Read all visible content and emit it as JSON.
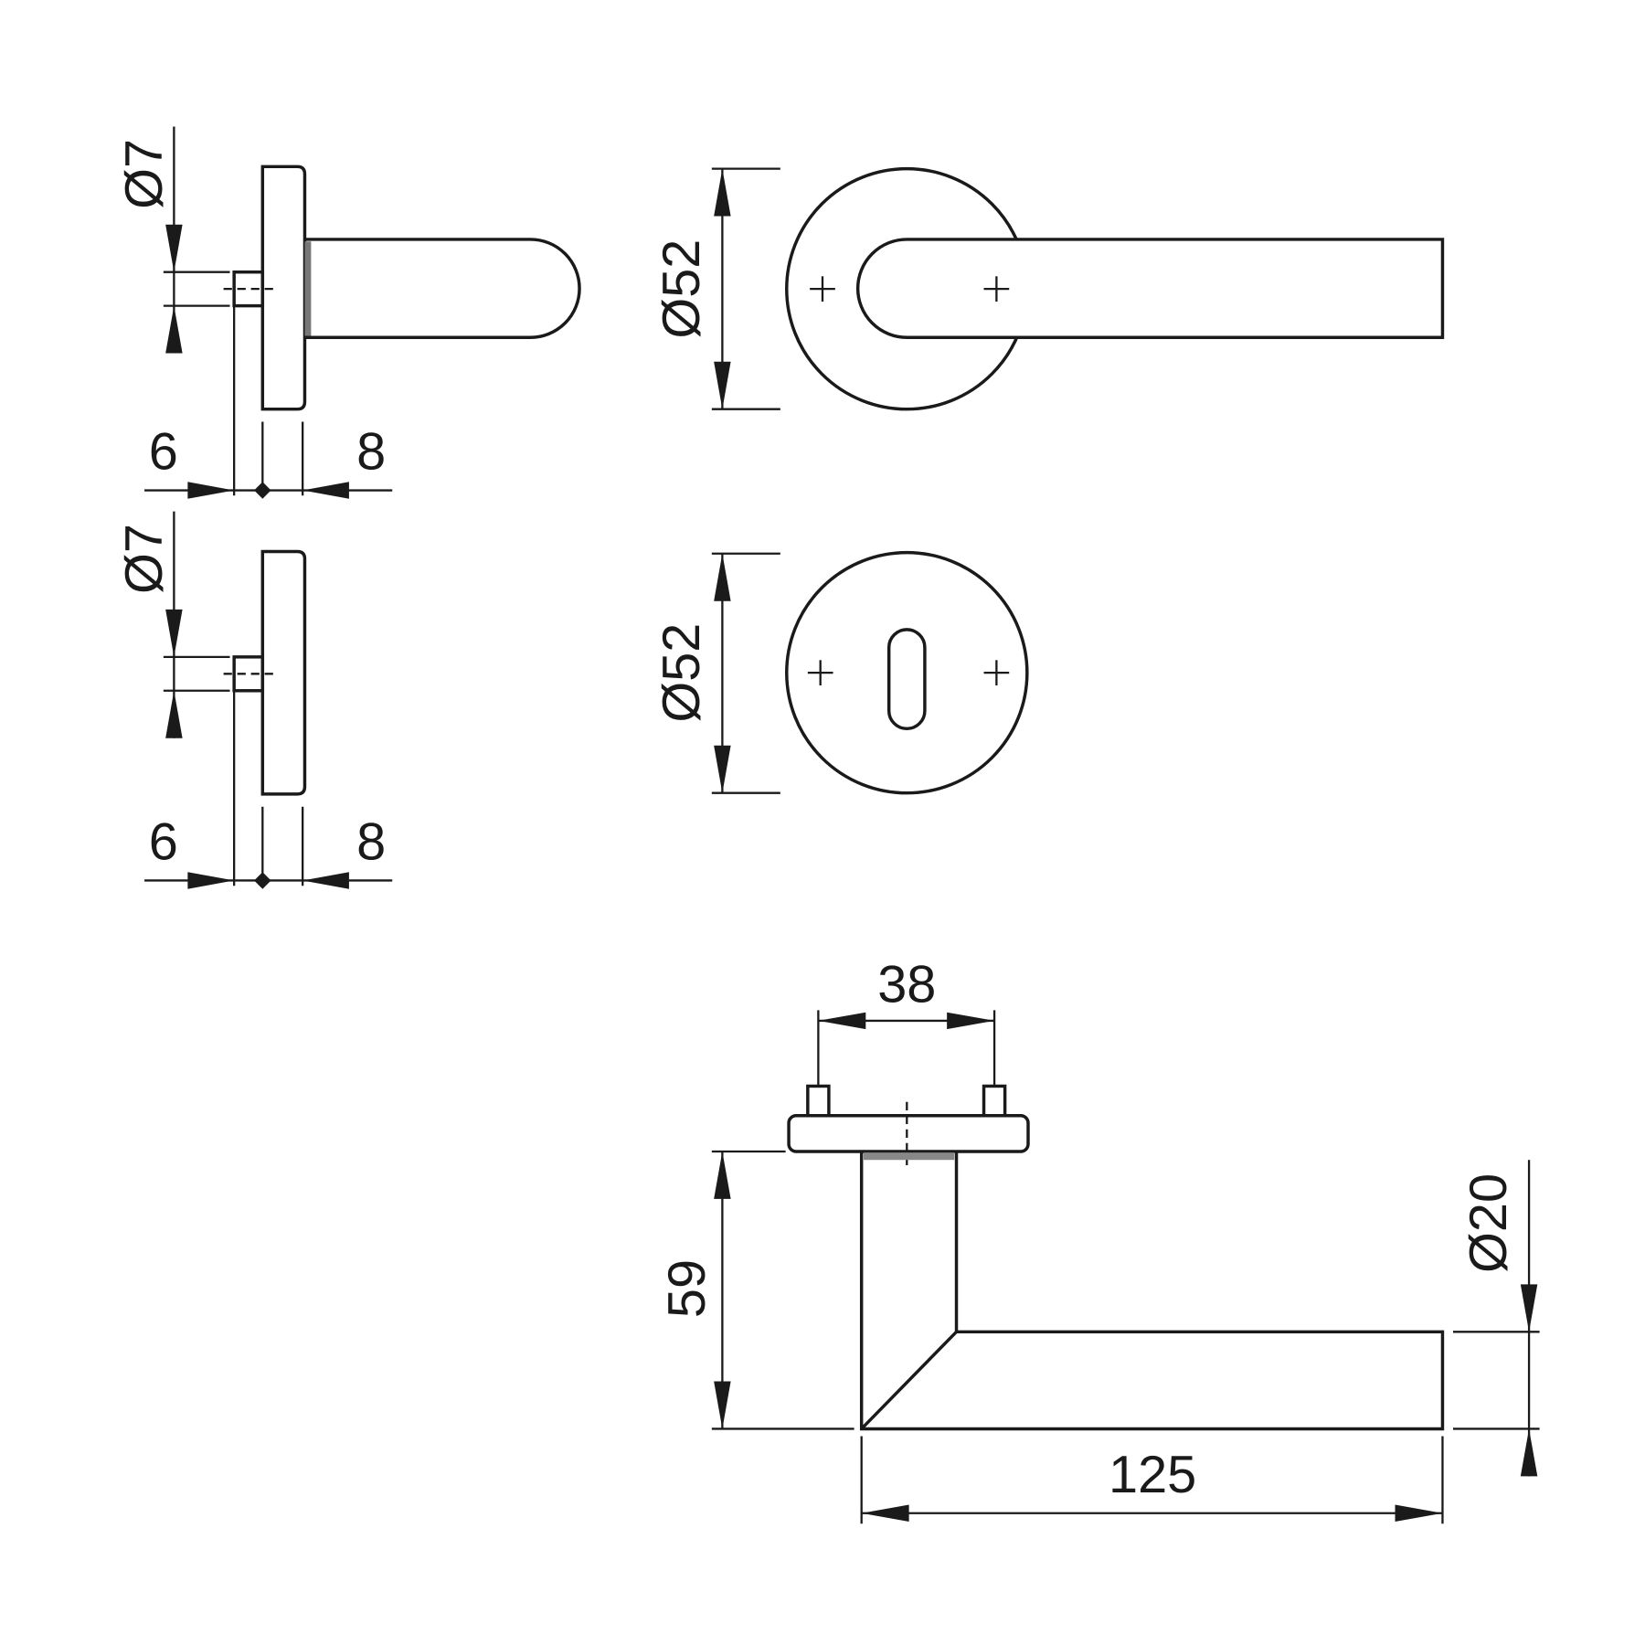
{
  "drawing": {
    "side_view_lever": {
      "spindle_dia": "Ø7",
      "left_dim": "6",
      "right_dim": "8"
    },
    "side_view_escutcheon": {
      "spindle_dia": "Ø7",
      "left_dim": "6",
      "right_dim": "8"
    },
    "front_view_lever": {
      "rose_dia": "Ø52"
    },
    "front_view_escutcheon": {
      "rose_dia": "Ø52"
    },
    "top_view_lever": {
      "screw_spacing": "38",
      "projection": "59",
      "length": "125",
      "lever_dia": "Ø20"
    }
  },
  "colors": {
    "line": "#1a1a1a",
    "background": "#ffffff"
  }
}
